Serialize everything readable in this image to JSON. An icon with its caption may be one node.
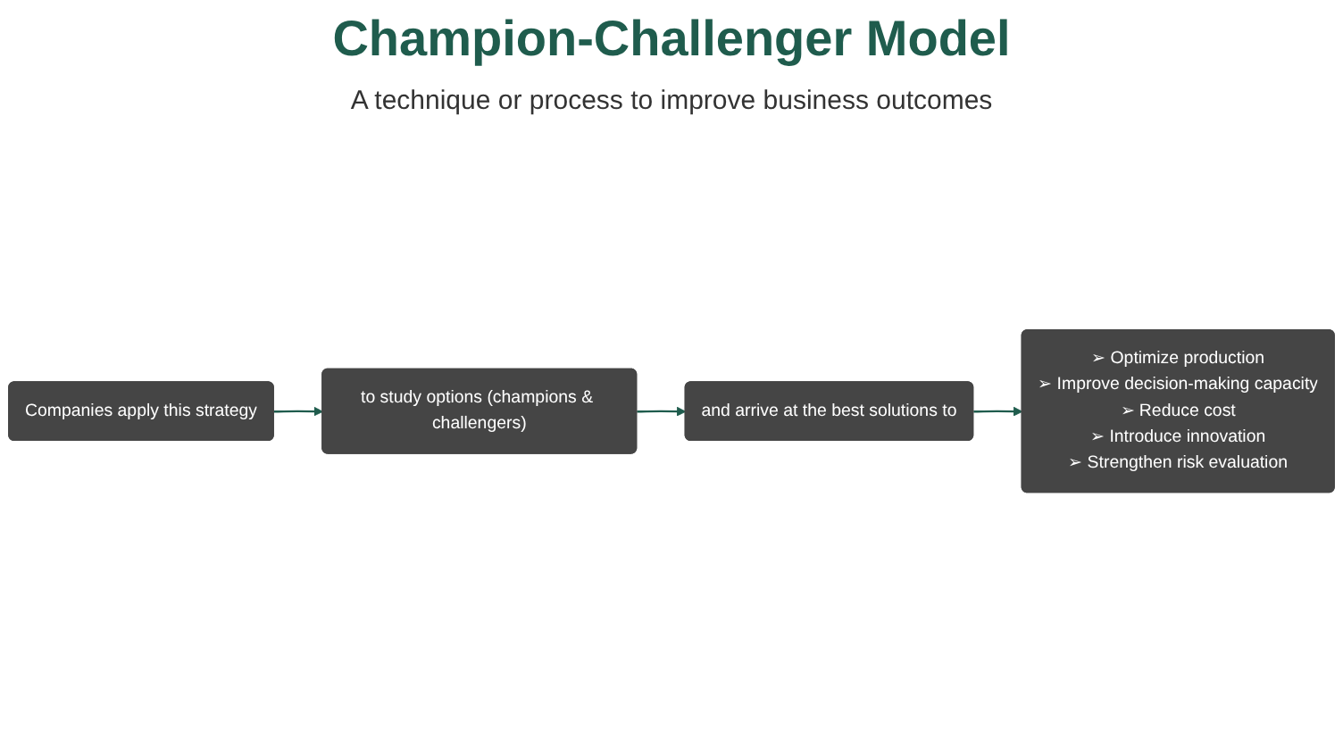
{
  "diagram": {
    "title": "Champion-Challenger Model",
    "nodes": [
      {
        "text": [
          "Companies apply this strategy"
        ]
      },
      {
        "text": [
          "to study options (champions & challengers)"
        ]
      },
      {
        "text": [
          "and arrive at the best solutions to"
        ]
      },
      {
        "text": [
          "➢ Optimize production",
          "➢ Improve decision-making capacity",
          "➢ Reduce cost",
          "➢ Introduce innovation",
          "➢ Strengthen risk evaluation"
        ]
      }
    ],
    "edges": [
      {
        "from": 0,
        "to": 1,
        "arrow": "to"
      },
      {
        "from": 1,
        "to": 2,
        "arrow": "to"
      },
      {
        "from": 2,
        "to": 3,
        "arrow": "to"
      }
    ],
    "labels": [
      "A technique or process to improve business outcomes"
    ]
  }
}
